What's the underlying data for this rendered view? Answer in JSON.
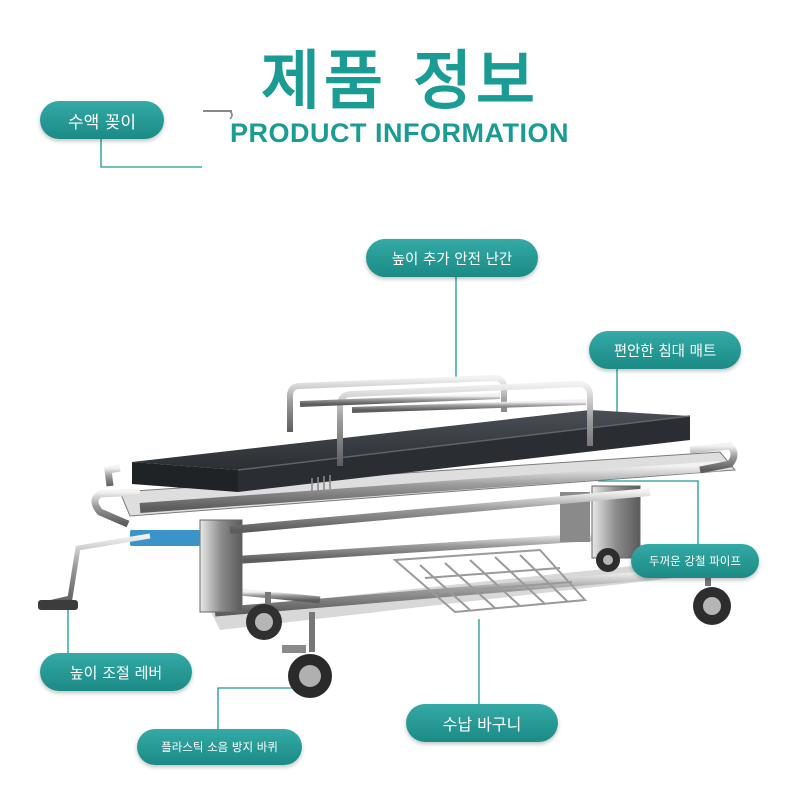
{
  "header": {
    "title_kr": "제품 정보",
    "title_en": "PRODUCT INFORMATION"
  },
  "callouts": {
    "iv_pole": "수액 꽂이",
    "side_rail": "높이 추가 안전 난간",
    "mattress": "편안한 침대 매트",
    "steel_pipe": "두꺼운 강철 파이프",
    "height_lever": "높이 조절 레버",
    "basket": "수납 바구니",
    "casters": "플라스틱 소음 방지 바퀴"
  },
  "colors": {
    "accent": "#1a9b93",
    "pill": "#239792"
  }
}
